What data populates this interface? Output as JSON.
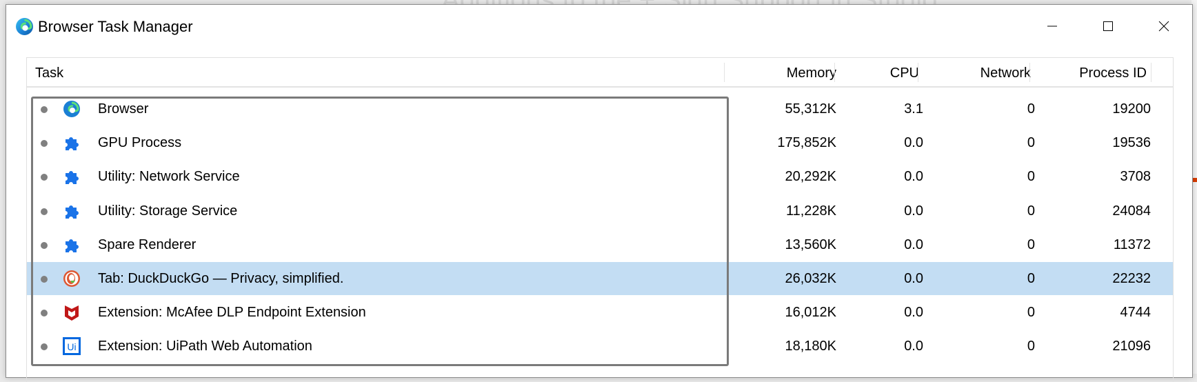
{
  "background": {
    "text": "Additions to the + Sign Support in Studio"
  },
  "window": {
    "title": "Browser Task Manager",
    "icon": "edge-icon",
    "controls": {
      "minimize": "minimize-icon",
      "maximize": "maximize-icon",
      "close": "close-icon"
    }
  },
  "table": {
    "columns": [
      "Task",
      "Memory",
      "CPU",
      "Network",
      "Process ID"
    ],
    "rows": [
      {
        "icon": "edge-icon",
        "task": "Browser",
        "memory": "55,312K",
        "cpu": "3.1",
        "network": "0",
        "pid": "19200"
      },
      {
        "icon": "puzzle-icon",
        "task": "GPU Process",
        "memory": "175,852K",
        "cpu": "0.0",
        "network": "0",
        "pid": "19536"
      },
      {
        "icon": "puzzle-icon",
        "task": "Utility: Network Service",
        "memory": "20,292K",
        "cpu": "0.0",
        "network": "0",
        "pid": "3708"
      },
      {
        "icon": "puzzle-icon",
        "task": "Utility: Storage Service",
        "memory": "11,228K",
        "cpu": "0.0",
        "network": "0",
        "pid": "24084"
      },
      {
        "icon": "puzzle-icon",
        "task": "Spare Renderer",
        "memory": "13,560K",
        "cpu": "0.0",
        "network": "0",
        "pid": "11372"
      },
      {
        "icon": "duckduckgo-icon",
        "task": "Tab: DuckDuckGo — Privacy, simplified.",
        "memory": "26,032K",
        "cpu": "0.0",
        "network": "0",
        "pid": "22232",
        "selected": true
      },
      {
        "icon": "mcafee-icon",
        "task": "Extension: McAfee DLP Endpoint Extension",
        "memory": "16,012K",
        "cpu": "0.0",
        "network": "0",
        "pid": "4744"
      },
      {
        "icon": "uipath-icon",
        "task": "Extension: UiPath Web Automation",
        "memory": "18,180K",
        "cpu": "0.0",
        "network": "0",
        "pid": "21096"
      }
    ]
  },
  "colors": {
    "selection": "#c3ddf3",
    "puzzle": "#1a73e8",
    "mcafee": "#c01818",
    "uipath": "#0067df"
  }
}
